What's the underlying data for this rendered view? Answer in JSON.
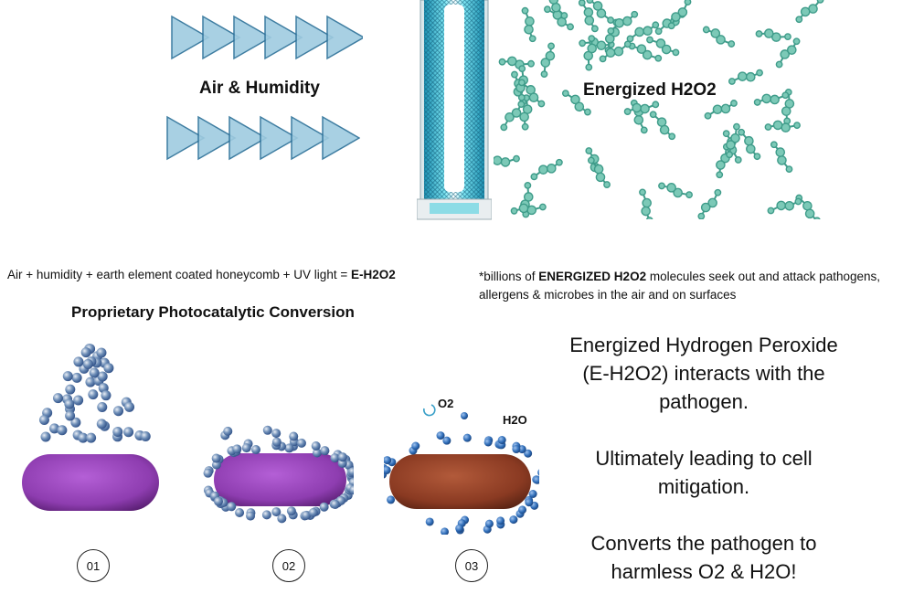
{
  "top": {
    "air_label": "Air & Humidity",
    "energized_label": "Energized H2O2"
  },
  "formula": {
    "prefix": "Air + humidity + earth element coated honeycomb + UV light = ",
    "result": "E-H2O2"
  },
  "note": {
    "prefix": "*billions of ",
    "highlight": "ENERGIZED H2O2",
    "suffix": " molecules seek out and attack pathogens, allergens & microbes in the air and on surfaces"
  },
  "section_title": "Proprietary Photocatalytic Conversion",
  "stages": [
    {
      "number": "01"
    },
    {
      "number": "02"
    },
    {
      "number": "03",
      "label_o2": "O2",
      "label_h2o": "H2O"
    }
  ],
  "description": [
    "Energized Hydrogen Peroxide (E-H2O2) interacts with the pathogen.",
    "Ultimately leading to cell mitigation.",
    "Converts the pathogen to harmless O2 & H2O!"
  ],
  "colors": {
    "arrow_fill": "#9fcbe0",
    "arrow_stroke": "#2a6f97",
    "molecule": "#3f9c8a",
    "tube_glow": "#39d2e6",
    "pathogen_purple": "#8e3db0",
    "pathogen_brown": "#8a3a22",
    "ion_blue": "#2f6db8"
  },
  "icons": {
    "arrow": "triangle-arrow-icon",
    "tube": "uv-lamp-icon",
    "molecule": "h2o2-molecule-icon"
  }
}
